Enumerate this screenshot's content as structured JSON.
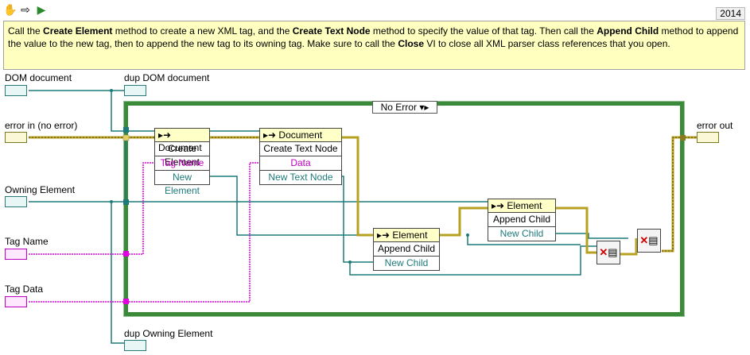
{
  "toolbar": {
    "icons": [
      "hand-icon",
      "arrow-icon",
      "run-icon"
    ],
    "version_label": "2014"
  },
  "comment": {
    "t1": "Call the ",
    "b1": "Create Element",
    "t2": " method to create a new XML tag, and the ",
    "b2": "Create Text Node",
    "t3": " method to specify the value of that tag. Then call the ",
    "b3": "Append Child",
    "t4": " method to append the value to the new tag, then to append the new tag to its owning tag. Make sure to call the ",
    "b4": "Close",
    "t5": " VI to close all XML parser class references that you open."
  },
  "terminals": {
    "dom_document": "DOM document",
    "dup_dom_document": "dup DOM document",
    "error_in": "error in (no error)",
    "error_out": "error out",
    "owning_element": "Owning Element",
    "tag_name": "Tag Name",
    "tag_data": "Tag Data",
    "dup_owning_element": "dup Owning Element"
  },
  "case_structure": {
    "selector": "No Error"
  },
  "nodes": {
    "create_element": {
      "class": "Document",
      "method": "Create Element",
      "input": "Tag Name",
      "output": "New Element"
    },
    "create_text_node": {
      "class": "Document",
      "method": "Create Text Node",
      "input": "Data",
      "output": "New Text Node"
    },
    "append_child_1": {
      "class": "Element",
      "method": "Append Child",
      "output": "New Child"
    },
    "append_child_2": {
      "class": "Element",
      "method": "Append Child",
      "output": "New Child"
    }
  },
  "colors": {
    "ref_wire": "#1e7a7a",
    "error_wire": "#b8a020",
    "string_wire": "#e000e0",
    "case_border": "#3a8a3a"
  }
}
